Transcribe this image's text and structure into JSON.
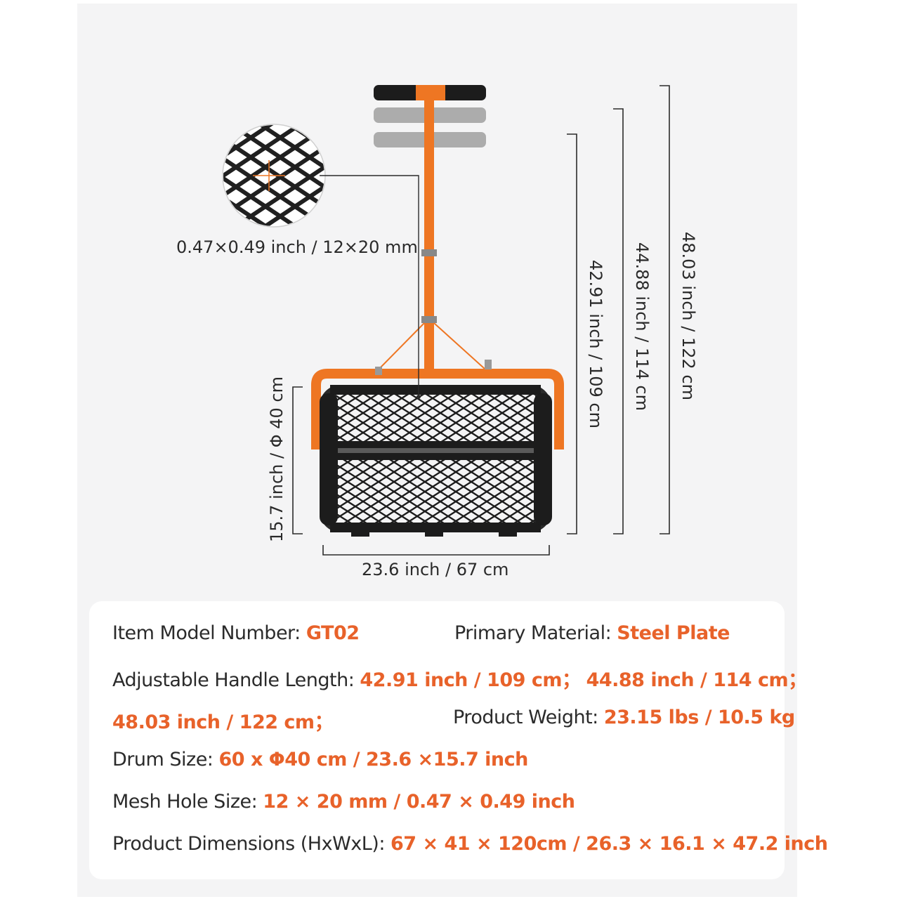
{
  "colors": {
    "accent": "#e8622a",
    "frame": "#ee7623",
    "mesh": "#1c1c1c",
    "line": "#2b2b2b"
  },
  "dimensions": {
    "mesh_hole": "0.47×0.49 inch / 12×20 mm",
    "height_1": "42.91 inch / 109 cm",
    "height_2": "44.88 inch / 114 cm",
    "height_3": "48.03 inch / 122 cm",
    "drum_diameter": "15.7 inch / Φ 40 cm",
    "drum_width": "23.6 inch / 67 cm"
  },
  "specs": {
    "model_label": "Item Model Number: ",
    "model_value": "GT02",
    "material_label": "Primary Material: ",
    "material_value": "Steel Plate",
    "handle_label": "Adjustable Handle Length: ",
    "handle_value_1": "42.91 inch / 109 cm；",
    "handle_value_2": "44.88 inch / 114 cm；",
    "handle_value_3": "48.03 inch / 122 cm；",
    "weight_label": "Product Weight: ",
    "weight_value": "23.15 lbs / 10.5 kg",
    "drum_label": "Drum Size: ",
    "drum_value": "60 x Φ40 cm / 23.6 ×15.7 inch",
    "mesh_label": "Mesh Hole Size: ",
    "mesh_value": "12 × 20 mm / 0.47 × 0.49 inch",
    "dims_label": "Product Dimensions (HxWxL): ",
    "dims_value": "67 × 41 × 120cm / 26.3 × 16.1 × 47.2 inch"
  }
}
